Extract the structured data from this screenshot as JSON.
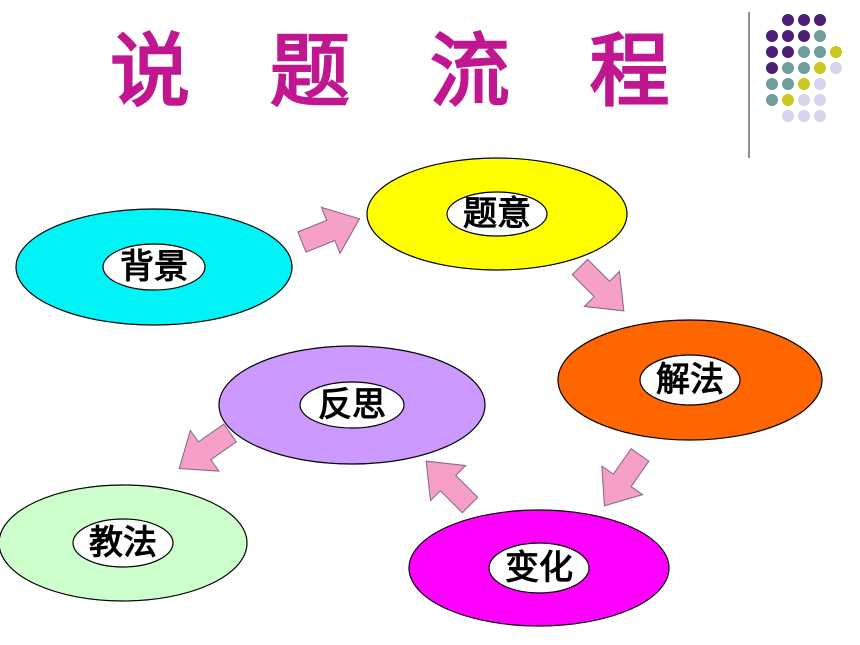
{
  "title": "说 题 流 程",
  "nodes": [
    {
      "id": "background",
      "label": "背景",
      "color": "#00f3f5"
    },
    {
      "id": "meaning",
      "label": "题意",
      "color": "#ffff00"
    },
    {
      "id": "solution",
      "label": "解法",
      "color": "#ff6600"
    },
    {
      "id": "variation",
      "label": "变化",
      "color": "#ff00ff"
    },
    {
      "id": "reflection",
      "label": "反思",
      "color": "#cc99ff"
    },
    {
      "id": "teaching",
      "label": "教法",
      "color": "#ccffcc"
    }
  ],
  "colors": {
    "title": "#c0168f",
    "arrow_fill": "#f6a0c8",
    "arrow_stroke": "#8a6a8a",
    "dot_purple": "#4b1e78",
    "dot_teal": "#6f9c9c",
    "dot_olive": "#c8c81e",
    "dot_lavender": "#d4d4ec"
  }
}
